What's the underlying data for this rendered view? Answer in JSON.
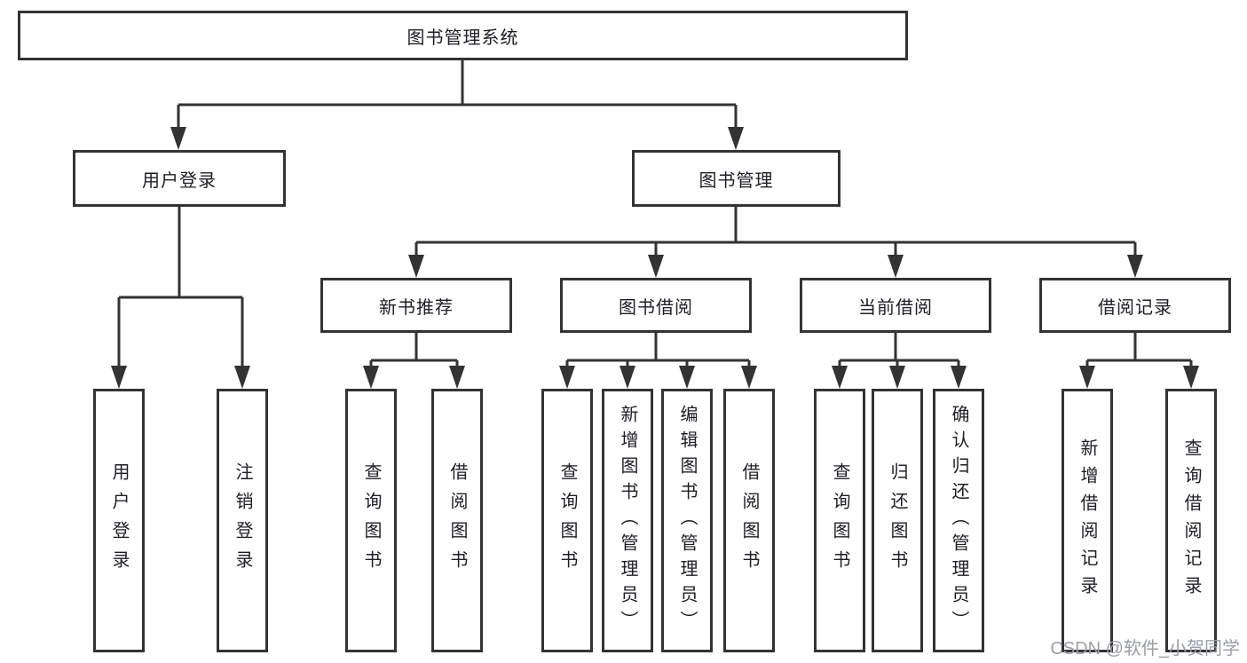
{
  "diagram": {
    "title": "图书管理系统",
    "nodes": {
      "root": "图书管理系统",
      "user_login": "用户登录",
      "book_mgmt": "图书管理",
      "new_book_rec": "新书推荐",
      "book_borrow": "图书借阅",
      "current_borrow": "当前借阅",
      "borrow_record": "借阅记录",
      "leaf_user_login": "用户登录",
      "leaf_logout": "注销登录",
      "leaf_rec_query": "查询图书",
      "leaf_rec_borrow": "借阅图书",
      "leaf_bb_query": "查询图书",
      "leaf_bb_add": "新增图书（管理员）",
      "leaf_bb_edit": "编辑图书（管理员）",
      "leaf_bb_borrow": "借阅图书",
      "leaf_cb_query": "查询图书",
      "leaf_cb_return": "归还图书",
      "leaf_cb_confirm": "确认归还（管理员）",
      "leaf_br_add": "新增借阅记录",
      "leaf_br_query": "查询借阅记录"
    },
    "hierarchy": {
      "图书管理系统": {
        "用户登录": [
          "用户登录",
          "注销登录"
        ],
        "图书管理": {
          "新书推荐": [
            "查询图书",
            "借阅图书"
          ],
          "图书借阅": [
            "查询图书",
            "新增图书（管理员）",
            "编辑图书（管理员）",
            "借阅图书"
          ],
          "当前借阅": [
            "查询图书",
            "归还图书",
            "确认归还（管理员）"
          ],
          "借阅记录": [
            "新增借阅记录",
            "查询借阅记录"
          ]
        }
      }
    },
    "colors": {
      "line": "#333333",
      "border": "#333333",
      "text": "#1e1e26",
      "background": "#ffffff",
      "watermark": "#9b9da7"
    }
  },
  "watermark": {
    "text": "CSDN @软件_小贺同学"
  }
}
